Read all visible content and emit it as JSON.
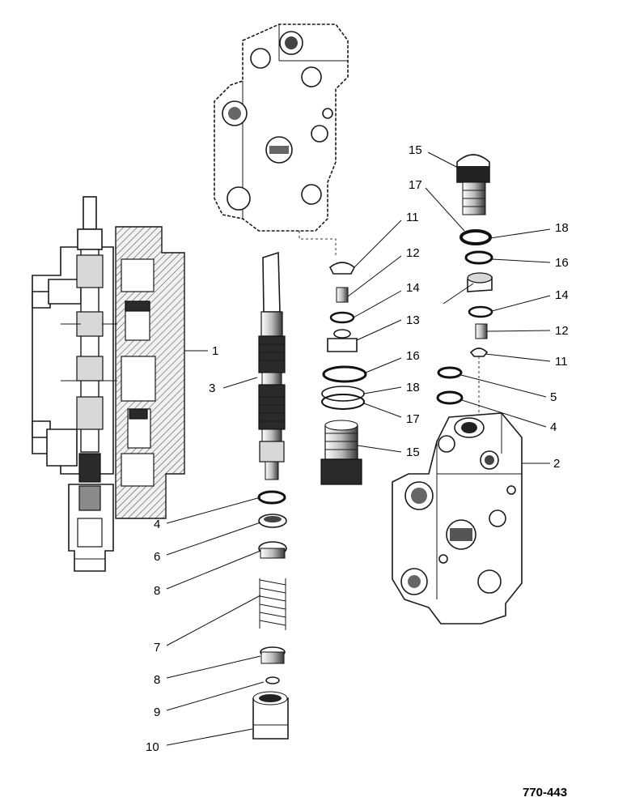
{
  "callouts": {
    "c1": "1",
    "c2": "2",
    "c3": "3",
    "c4a": "4",
    "c4b": "4",
    "c5": "5",
    "c6": "6",
    "c7": "7",
    "c8a": "8",
    "c8b": "8",
    "c9": "9",
    "c10": "10",
    "c11a": "11",
    "c11b": "11",
    "c12a": "12",
    "c12b": "12",
    "c13": "13",
    "c14a": "14",
    "c14b": "14",
    "c15a": "15",
    "c15b": "15",
    "c16a": "16",
    "c16b": "16",
    "c17a": "17",
    "c17b": "17",
    "c18a": "18",
    "c18b": "18"
  },
  "figure_ref": "770-443"
}
